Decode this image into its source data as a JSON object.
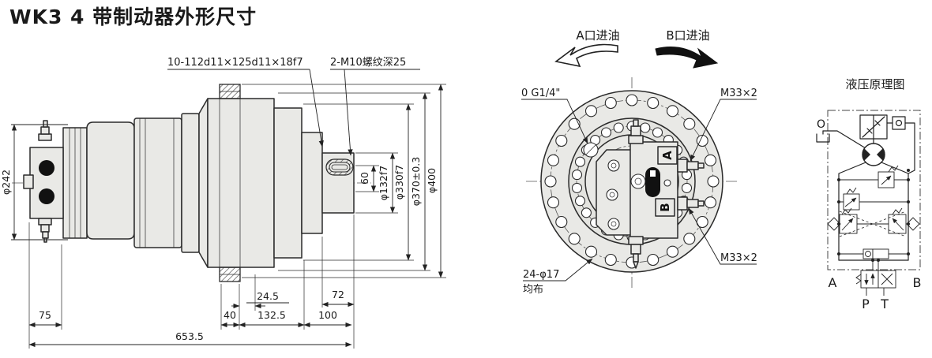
{
  "title": "WK3  4 带制动器外形尺寸",
  "side_view": {
    "callout_spline": "10-112d11×125d11×18f7",
    "callout_tapped": "2-M10螺纹深25",
    "dim_d242": "φ242",
    "dim_60": "60",
    "dim_d132": "φ132f7",
    "dim_d330": "φ330f7",
    "dim_d370": "φ370±0.3",
    "dim_d400": "φ400",
    "dim_75": "75",
    "dim_40": "40",
    "dim_24_5": "24.5",
    "dim_132_5": "132.5",
    "dim_72": "72",
    "dim_100": "100",
    "dim_653_5": "653.5"
  },
  "front_view": {
    "label_a_inlet": "A口进油",
    "label_b_inlet": "B口进油",
    "label_drain": "0 G1/4\"",
    "label_port_top": "M33×2",
    "label_port_bottom": "M33×2",
    "label_bolts_1": "24-φ17",
    "label_bolts_2": "均布",
    "port_a": "A",
    "port_b": "B"
  },
  "schematic": {
    "title": "液压原理图",
    "label_o": "O",
    "label_a": "A",
    "label_b": "B",
    "label_p": "P",
    "label_t": "T"
  }
}
